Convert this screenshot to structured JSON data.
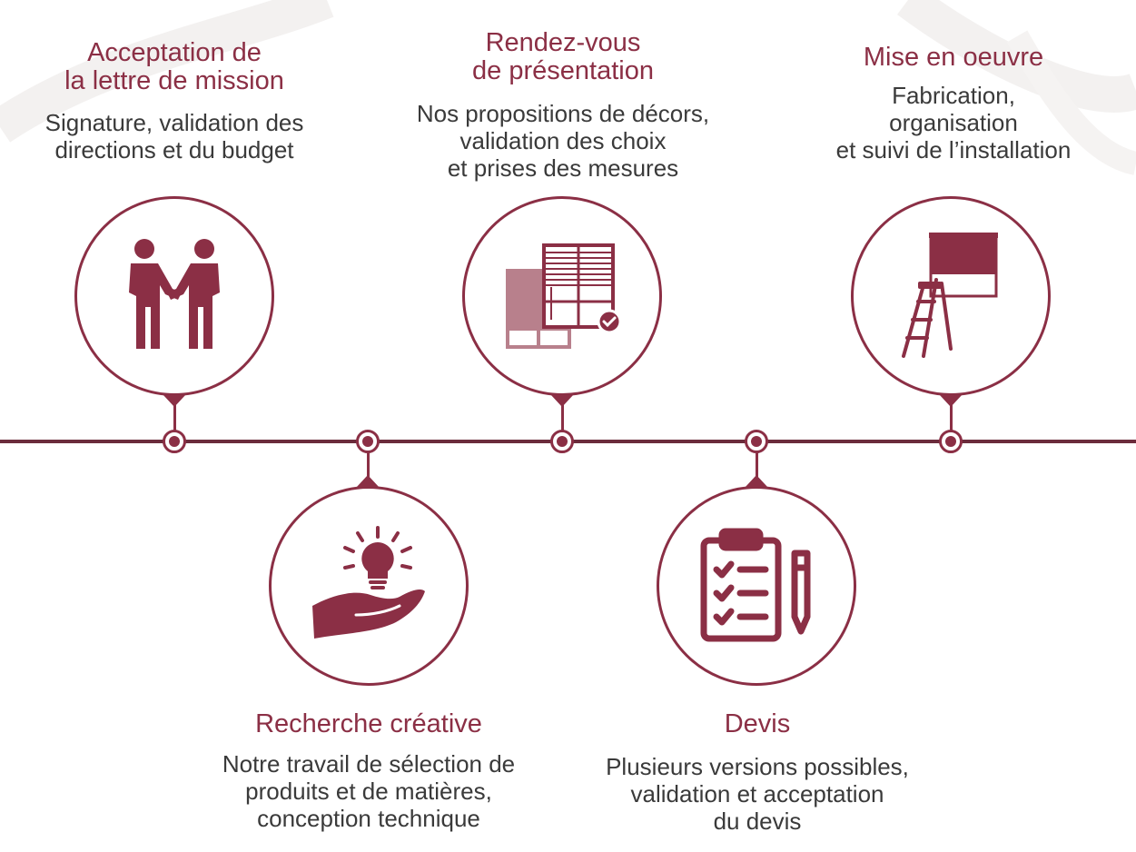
{
  "colors": {
    "accent": "#8b2f45",
    "line": "#6b2c3c",
    "text": "#3a3a3a",
    "light_accent": "#b8808c"
  },
  "steps": [
    {
      "title": "Acceptation de\nla lettre de mission",
      "desc": "Signature, validation des\ndirections et du budget",
      "icon": "handshake-icon"
    },
    {
      "title": "Recherche créative",
      "desc": "Notre travail de sélection de\nproduits et de matières,\nconception technique",
      "icon": "idea-hand-icon"
    },
    {
      "title": "Rendez-vous\nde présentation",
      "desc": "Nos propositions de décors,\nvalidation des choix\net prises des mesures",
      "icon": "blinds-check-icon"
    },
    {
      "title": "Devis",
      "desc": "Plusieurs versions possibles,\nvalidation et acceptation\ndu devis",
      "icon": "clipboard-checklist-icon"
    },
    {
      "title": "Mise en oeuvre",
      "desc": "Fabrication,\norganisation\net suivi de l’installation",
      "icon": "ladder-blind-icon"
    }
  ]
}
